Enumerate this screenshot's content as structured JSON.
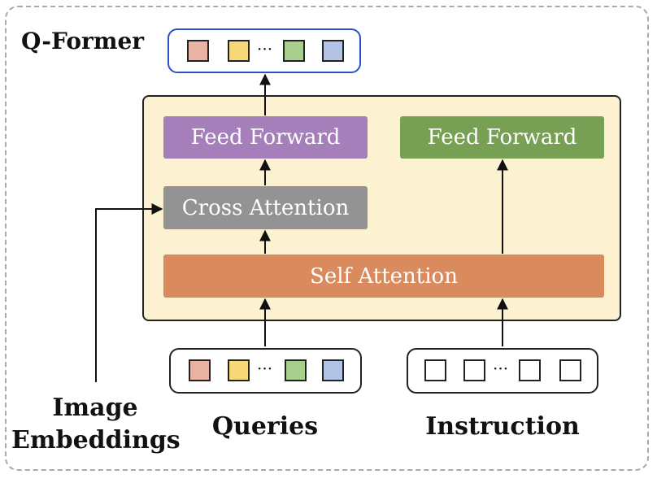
{
  "title": "Q-Former",
  "blocks": {
    "feed_forward_left": "Feed Forward",
    "feed_forward_right": "Feed Forward",
    "cross_attention": "Cross Attention",
    "self_attention": "Self Attention"
  },
  "tokens": {
    "colored": [
      "#e8b3a3",
      "#f7d97a",
      "#a9cf8e",
      "#b3c3e6"
    ],
    "ellipsis": "···"
  },
  "labels": {
    "image_embeddings_line1": "Image",
    "image_embeddings_line2": "Embeddings",
    "queries": "Queries",
    "instruction": "Instruction"
  }
}
